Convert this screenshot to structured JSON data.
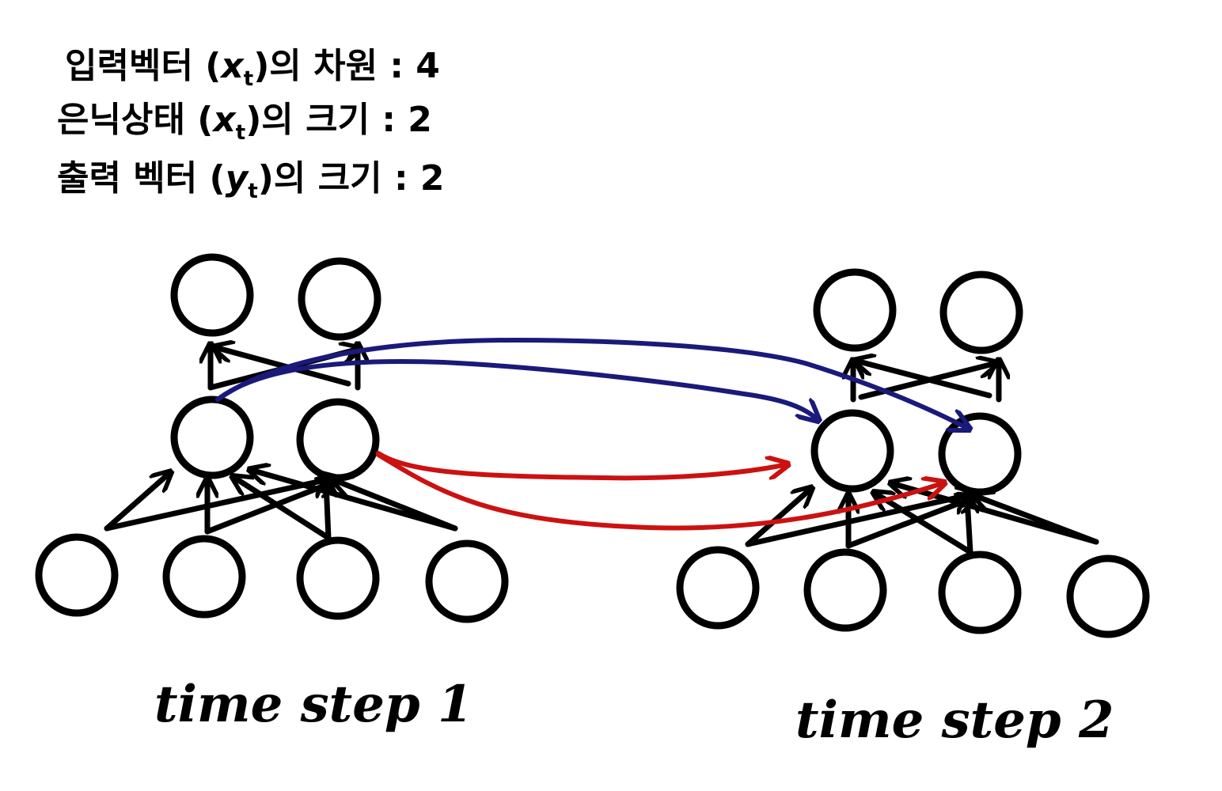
{
  "notes": [
    {
      "prefix": "입력벡터 (",
      "var": "x",
      "sub": "t",
      "suffix": ")의 차원 : 4"
    },
    {
      "prefix": "은닉상태 (",
      "var": "x",
      "sub": "t",
      "suffix": ")의 크기 : 2"
    },
    {
      "prefix": "출력 벡터 (",
      "var": "y",
      "sub": "t",
      "suffix": ")의 크기 : 2"
    }
  ],
  "timesteps": [
    {
      "label": "time step 1",
      "input_units": 4,
      "hidden_units": 2,
      "output_units": 2
    },
    {
      "label": "time step 2",
      "input_units": 4,
      "hidden_units": 2,
      "output_units": 2
    }
  ],
  "colors": {
    "node": "#000000",
    "hidden_to_hidden_from_h1": "#1a1a7a",
    "hidden_to_hidden_from_h2": "#cc1111"
  }
}
